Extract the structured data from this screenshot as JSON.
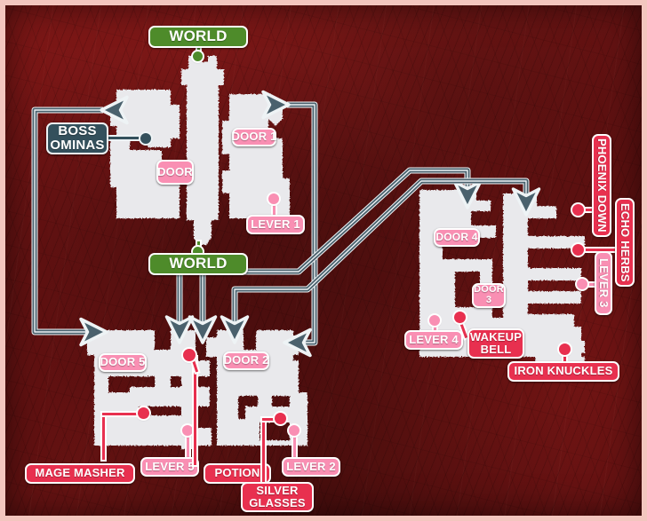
{
  "map": {
    "title": "Dungeon Map",
    "palette": {
      "background_red": "#6f1414",
      "frame": "#f3c6bf",
      "room_fill": "#e8e8ea",
      "door_pink": "#f98fb3",
      "lever_pink": "#f98fb3",
      "item_red": "#e8304f",
      "boss_slate": "#34505c",
      "world_green": "#4e8b2a",
      "connector_slate": "#4a616d",
      "connector_outline": "#eef3f5"
    },
    "exits": [
      {
        "id": "world-top",
        "label": "WORLD",
        "kind": "world"
      },
      {
        "id": "world-bottom",
        "label": "WORLD",
        "kind": "world"
      }
    ],
    "markers": [
      {
        "id": "boss-ominas",
        "label": "BOSS\nOMINAS",
        "kind": "boss"
      },
      {
        "id": "door",
        "label": "DOOR",
        "kind": "door"
      },
      {
        "id": "door-1",
        "label": "DOOR 1",
        "kind": "door"
      },
      {
        "id": "door-2",
        "label": "DOOR 2",
        "kind": "door"
      },
      {
        "id": "door-3",
        "label": "DOOR\n3",
        "kind": "door"
      },
      {
        "id": "door-4",
        "label": "DOOR 4",
        "kind": "door"
      },
      {
        "id": "door-5",
        "label": "DOOR 5",
        "kind": "door"
      },
      {
        "id": "lever-1",
        "label": "LEVER 1",
        "kind": "lever"
      },
      {
        "id": "lever-2",
        "label": "LEVER 2",
        "kind": "lever"
      },
      {
        "id": "lever-3",
        "label": "LEVER 3",
        "kind": "lever"
      },
      {
        "id": "lever-4",
        "label": "LEVER 4",
        "kind": "lever"
      },
      {
        "id": "lever-5",
        "label": "LEVER 5",
        "kind": "lever"
      },
      {
        "id": "phoenix-down",
        "label": "PHOENIX DOWN",
        "kind": "item"
      },
      {
        "id": "echo-herbs",
        "label": "ECHO HERBS",
        "kind": "item"
      },
      {
        "id": "wakeup-bell",
        "label": "WAKEUP\nBELL",
        "kind": "item"
      },
      {
        "id": "iron-knuckles",
        "label": "IRON KNUCKLES",
        "kind": "item"
      },
      {
        "id": "mage-masher",
        "label": "MAGE MASHER",
        "kind": "item"
      },
      {
        "id": "potion",
        "label": "POTION",
        "kind": "item"
      },
      {
        "id": "silver-glasses",
        "label": "SILVER\nGLASSES",
        "kind": "item"
      }
    ]
  },
  "labels": {
    "world_top": "WORLD",
    "world_bottom": "WORLD",
    "boss_ominas": "BOSS\nOMINAS",
    "door": "DOOR",
    "door_1": "DOOR 1",
    "door_2": "DOOR 2",
    "door_3": "DOOR\n3",
    "door_4": "DOOR 4",
    "door_5": "DOOR 5",
    "lever_1": "LEVER 1",
    "lever_2": "LEVER 2",
    "lever_3": "LEVER 3",
    "lever_4": "LEVER 4",
    "lever_5": "LEVER 5",
    "phoenix_down": "PHOENIX DOWN",
    "echo_herbs": "ECHO HERBS",
    "wakeup_bell": "WAKEUP\nBELL",
    "iron_knuckles": "IRON KNUCKLES",
    "mage_masher": "MAGE MASHER",
    "potion": "POTION",
    "silver_glasses": "SILVER\nGLASSES"
  }
}
